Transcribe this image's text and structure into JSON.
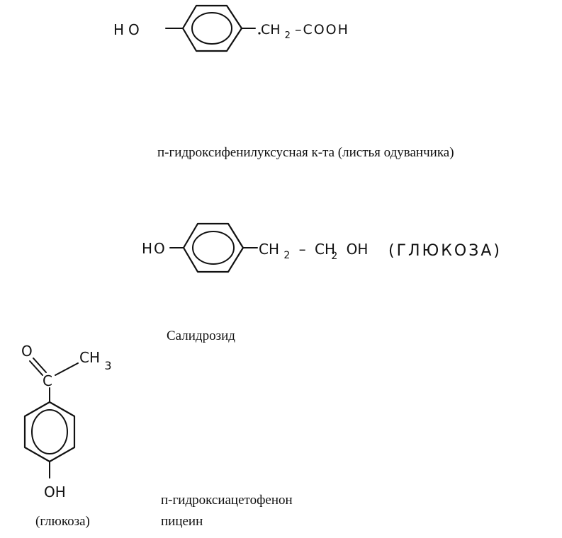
{
  "structure_1": {
    "ho": "HO",
    "chain_ch": "CH",
    "chain_sub": "2",
    "chain_rest": "–COOH",
    "caption": "п-гидроксифенилуксусная к-та (листья одуванчика)"
  },
  "structure_2": {
    "ho": "HO",
    "chain_a": "CH",
    "chain_a_sub": "2",
    "dash": "–",
    "chain_b": "CH",
    "chain_b_sub": "2",
    "chain_b_end": "OH",
    "glucose_note": "(ГЛЮКОЗА)",
    "caption": "Салидрозид"
  },
  "structure_3": {
    "oxygen": "O",
    "carbon": "C",
    "methyl": "CH",
    "methyl_sub": "3",
    "hydroxyl": "OH",
    "glucose_note": "(глюкоза)",
    "caption_line1": "п-гидроксиацетофенон",
    "caption_line2": "пицеин"
  }
}
